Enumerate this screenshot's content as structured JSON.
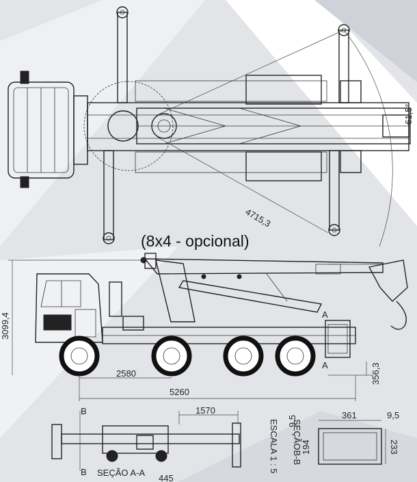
{
  "dimensions": {
    "radius": "4715,3",
    "angle": "61,5°",
    "height": "3099,4",
    "wheelbase": "2580",
    "length": "5260",
    "ground": "356,3",
    "section_width": "1570",
    "section_offset": "445",
    "sb_width": "361",
    "sb_edge": "9,5",
    "sb_left": "9,5",
    "sb_inner": "194",
    "sb_height": "233"
  },
  "labels": {
    "configuration": "(8x4 - opcional)",
    "section_aa": "SEÇÃO A-A",
    "b_top": "B",
    "b_bottom": "B",
    "section_b_title": "SEÇÃOB-B",
    "section_b_scale": "ESCALA 1 : 5",
    "a_upper": "A",
    "a_lower": "A"
  },
  "colors": {
    "line": "#222222",
    "background": "#e4e6ea"
  }
}
